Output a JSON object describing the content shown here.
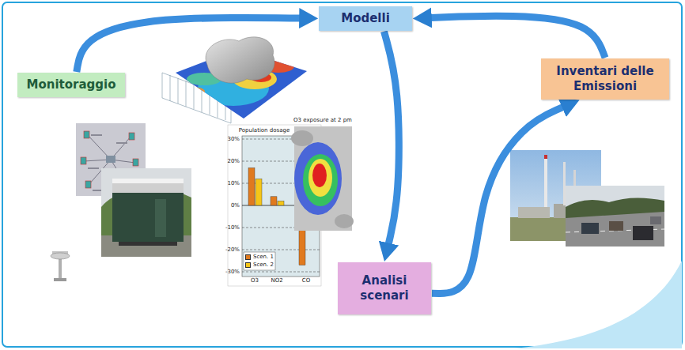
{
  "diagram": {
    "nodes": [
      {
        "text": [
          "Modelli"
        ]
      },
      {
        "text": [
          "Monitoraggio"
        ]
      },
      {
        "text": [
          "Inventari delle Emissioni"
        ]
      },
      {
        "text": [
          "Analisi scenari"
        ]
      }
    ],
    "edges": [
      {
        "from": 1,
        "to": 0,
        "arrow": "to"
      },
      {
        "from": 0,
        "to": 3,
        "arrow": "to"
      },
      {
        "from": 3,
        "to": 2,
        "arrow": "to"
      },
      {
        "from": 2,
        "to": 0,
        "arrow": "to"
      }
    ],
    "labels": [
      "Population dosage",
      "O3 exposure at 2 pm",
      "30%",
      "20%",
      "10%",
      "0%",
      "-10%",
      "-20%",
      "-30%",
      "O3",
      "NO2",
      "CO"
    ],
    "legend": [
      {
        "text": "Scen. 1",
        "color": "#e07a1f"
      },
      {
        "text": "Scen. 2",
        "color": "#f5c518"
      }
    ]
  }
}
